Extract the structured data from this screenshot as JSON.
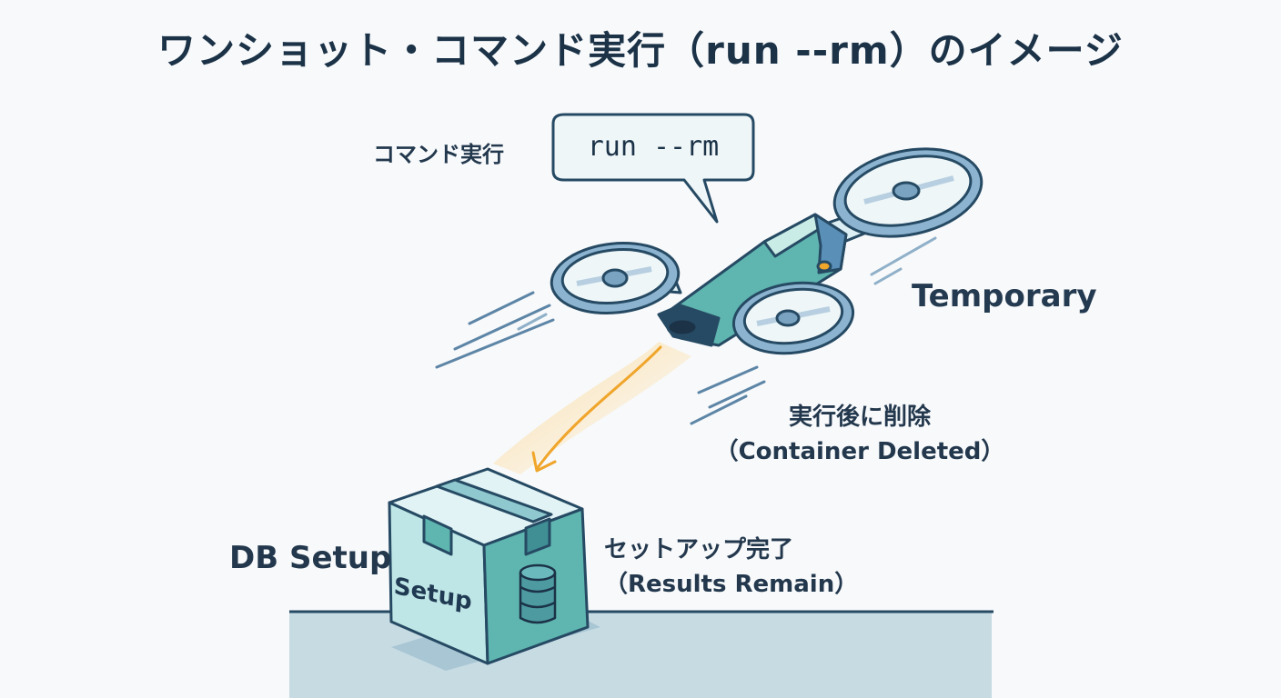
{
  "title": "ワンショット・コマンド実行（run --rm）のイメージ",
  "command": {
    "label": "コマンド実行",
    "bubble": "run --rm"
  },
  "drone": {
    "label": "Temporary",
    "deleted_line1": "実行後に削除",
    "deleted_line2": "（Container Deleted）"
  },
  "box": {
    "label": "DB Setup",
    "face_text": "Setup",
    "complete_line1": "セットアップ完了",
    "complete_line2": "（Results Remain）"
  },
  "colors": {
    "outline": "#264a63",
    "teal": "#5fb5b0",
    "teal_light": "#c9ece7",
    "ground": "#c7dbe3",
    "arrow": "#f0a52b"
  }
}
